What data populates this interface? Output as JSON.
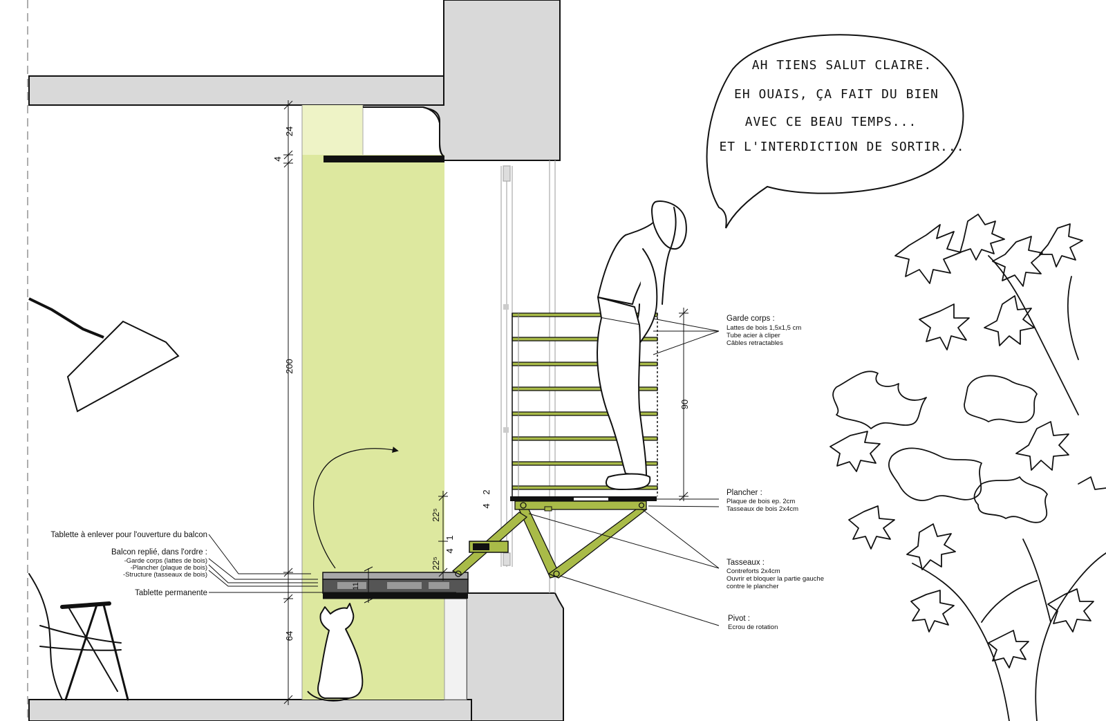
{
  "colors": {
    "wall": "#d9d9d9",
    "niche": "#dde89f",
    "niche_light": "#eef3c6",
    "balcony_wood": "#a9bb48",
    "ink": "#111111"
  },
  "speech": {
    "lines": [
      "AH TIENS SALUT CLAIRE.",
      "EH OUAIS, ÇA FAIT DU BIEN",
      "AVEC CE BEAU TEMPS...",
      "ET L'INTERDICTION DE SORTIR..."
    ]
  },
  "dimensions": {
    "d24": "24",
    "d4": "4",
    "d200": "200",
    "d64": "64",
    "d90": "90",
    "d225a": "22⁵",
    "d225b": "22⁵",
    "d4_2a": "4",
    "d4_2b": "2",
    "d4_1a": "4",
    "d4_1b": "1",
    "d11": "11"
  },
  "labels_left": {
    "tablette_enlever": "Tablette à enlever pour l'ouverture du balcon",
    "balcon_replie": "Balcon replié, dans l'ordre :",
    "garde_corps": "-Garde corps (lattes de bois)",
    "plancher": "-Plancher (plaque de bois)",
    "structure": "-Structure (tasseaux de bois)",
    "tablette_permanente": "Tablette permanente"
  },
  "labels_right": {
    "garde_corps": {
      "title": "Garde corps :",
      "l1": "Lattes de bois 1,5x1,5 cm",
      "l2": "Tube acier à cliper",
      "l3": "Câbles retractables"
    },
    "plancher": {
      "title": "Plancher :",
      "l1": "Plaque de bois ep. 2cm",
      "l2": "Tasseaux de bois 2x4cm"
    },
    "tasseaux": {
      "title": "Tasseaux :",
      "l1": "Contreforts 2x4cm",
      "l2": "Ouvrir et bloquer la partie gauche",
      "l3": "contre le plancher"
    },
    "pivot": {
      "title": "Pivot :",
      "l1": "Ecrou de rotation"
    }
  }
}
